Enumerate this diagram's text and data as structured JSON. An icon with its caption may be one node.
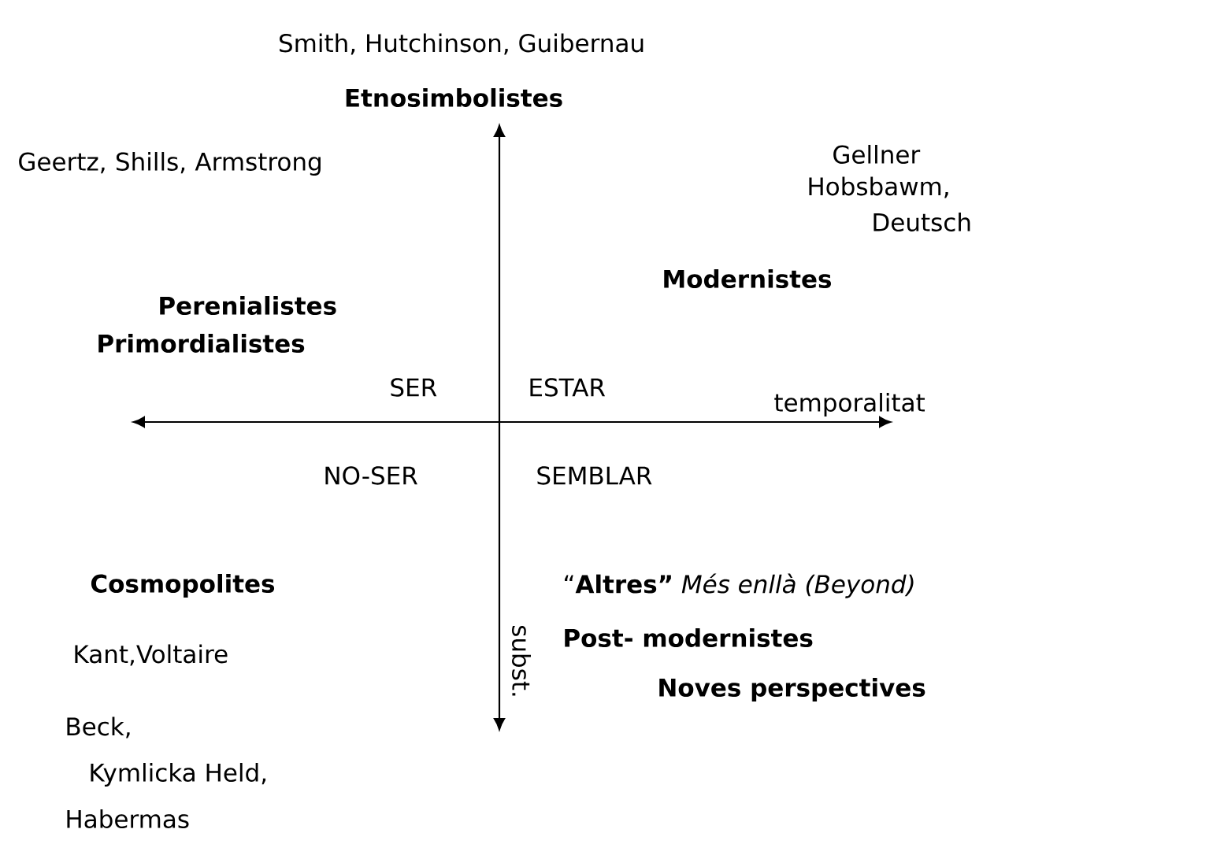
{
  "diagram": {
    "labels": [
      "Smith, Hutchinson, Guibernau",
      "Etnosimbolistes",
      "Geertz, Shills, Armstrong",
      "Gellner",
      "Hobsbawm,",
      "Deutsch",
      "Modernistes",
      "Perenialistes",
      "Primordialistes",
      "SER",
      "ESTAR",
      "temporalitat",
      "NO-SER",
      "SEMBLAR",
      "Cosmopolites",
      "“**Altres”** *Més enllà (Beyond)*",
      "Post- modernistes",
      "Noves perspectives",
      "Kant,Voltaire",
      "subst.",
      "Beck,",
      "Kymlicka  Held,",
      "Habermas"
    ]
  }
}
